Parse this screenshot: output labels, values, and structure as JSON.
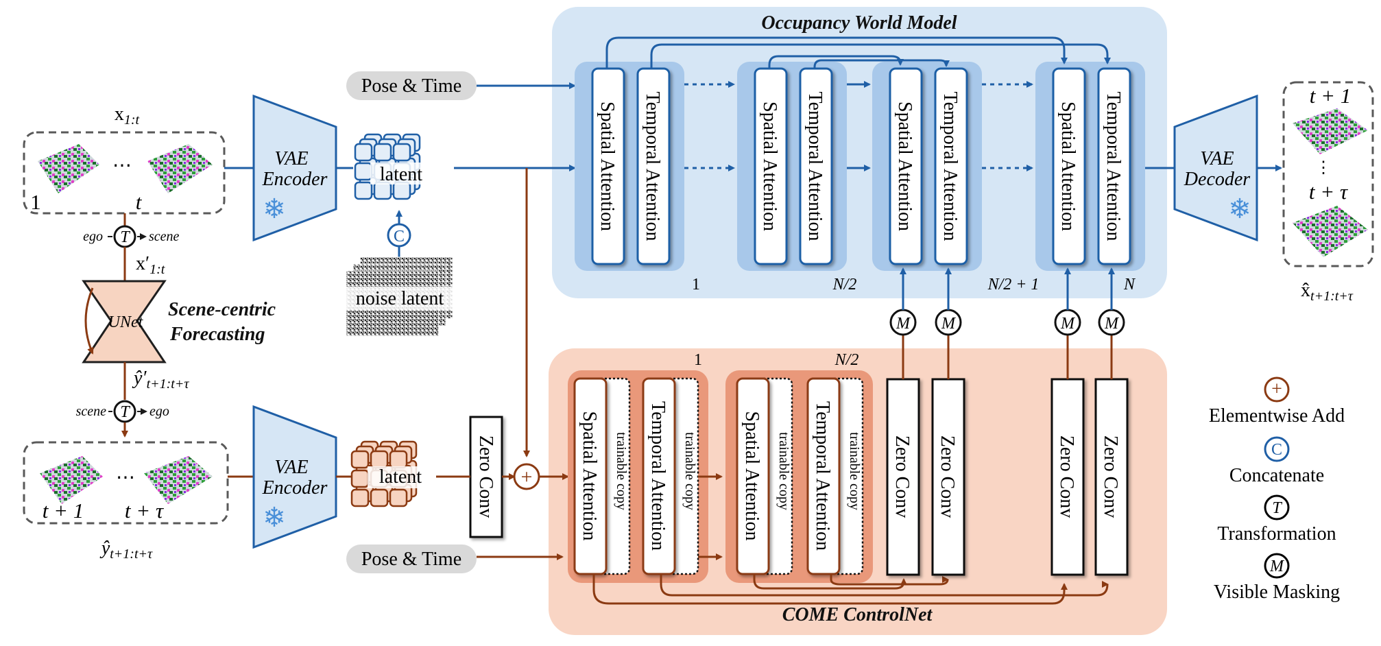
{
  "colors": {
    "blue": "#1F5FA6",
    "blue_bg": "#D6E6F5",
    "blue_group": "#A8C8EA",
    "orange": "#8B3A12",
    "orange_bg": "#F9D5C4",
    "orange_group": "#E9987A",
    "unet_fill": "#F7D4C1",
    "gray_pill": "#D9D9D9",
    "dashed_border": "#595959"
  },
  "sections": {
    "occupancy_title": "Occupancy World Model",
    "controlnet_title": "COME ControlNet",
    "forecasting_line1": "Scene-centric",
    "forecasting_line2": "Forecasting"
  },
  "inputs": {
    "pose_time_top": "Pose & Time",
    "pose_time_bottom": "Pose & Time",
    "x_label": "x",
    "x_sub": "1:t",
    "xprime_label": "x′",
    "xprime_sub": "1:t",
    "frame_first": "1",
    "frame_last": "t",
    "frame_future_first": "t + 1",
    "frame_future_last": "t + τ",
    "yhat_prime_label": "ŷ′",
    "yhat_prime_sub": "t+1:t+τ",
    "yhat_label": "ŷ",
    "yhat_sub": "t+1:t+τ",
    "ego": "ego",
    "scene": "scene",
    "ego2": "ego",
    "scene2": "scene",
    "dots": "⋯"
  },
  "encoders": {
    "vae_top": "VAE",
    "vae_top_sub": "Encoder",
    "vae_bottom": "VAE",
    "vae_bottom_sub": "Encoder",
    "vae_decoder": "VAE",
    "vae_decoder_sub": "Decoder",
    "unet": "UNet"
  },
  "latents": {
    "latent_top": "latent",
    "latent_bottom": "latent",
    "noise": "noise latent",
    "concat_symbol": "C"
  },
  "blocks": {
    "spatial": "Spatial Attention",
    "temporal": "Temporal Attention",
    "trainable": "trainable copy",
    "zero_conv": "Zero Conv",
    "zero_conv_main": "Zero Conv",
    "idx_1": "1",
    "idx_half": "N/2",
    "idx_half_plus": "N/2 + 1",
    "idx_n": "N",
    "idx_1_bottom": "1",
    "idx_half_bottom": "N/2"
  },
  "output": {
    "t_plus_1": "t + 1",
    "t_plus_tau": "t + τ",
    "xhat_label": "x̂",
    "xhat_sub": "t+1:t+τ"
  },
  "operators": {
    "add": "+",
    "mask": "M",
    "transform": "T",
    "concat": "C"
  },
  "legend": [
    {
      "symbol": "+",
      "label": "Elementwise Add",
      "icon": "add-icon",
      "color": "#8B3A12"
    },
    {
      "symbol": "C",
      "label": "Concatenate",
      "icon": "concat-icon",
      "color": "#1F5FA6"
    },
    {
      "symbol": "T",
      "label": "Transformation",
      "icon": "transform-icon",
      "color": "#000000"
    },
    {
      "symbol": "M",
      "label": "Visible Masking",
      "icon": "mask-icon",
      "color": "#000000"
    }
  ]
}
